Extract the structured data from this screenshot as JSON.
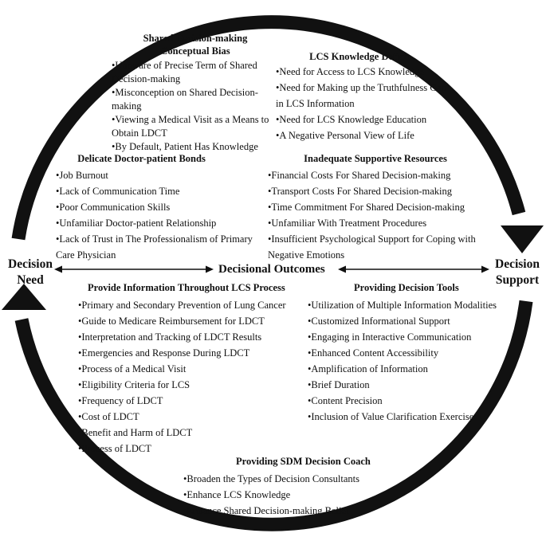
{
  "diagram": {
    "left_label": [
      "Decision",
      "Need"
    ],
    "right_label": [
      "Decision",
      "Support"
    ],
    "center_label": "Decisional Outcomes",
    "colors": {
      "stroke": "#111111",
      "text": "#111111",
      "background": "#ffffff"
    },
    "sections": {
      "sdm_bias": {
        "title": [
          "Shared Decision-making",
          "Conceptual Bias"
        ],
        "items": [
          "Unaware of Precise Term of Shared Decision-making",
          "Misconception on Shared Decision-making",
          "Viewing a Medical Visit as a Means to Obtain LDCT",
          "By Default, Patient Has Knowledge"
        ]
      },
      "lcs_deficit": {
        "title": "LCS Knowledge Deficit",
        "items": [
          "Need for Access to LCS Knowledge",
          "Need for Making up the Truthfulness Gap in LCS Information",
          "Need for LCS Knowledge Education",
          "A Negative Personal View of Life"
        ]
      },
      "doctor_bonds": {
        "title": "Delicate Doctor-patient Bonds",
        "items": [
          "Job Burnout",
          "Lack of Communication Time",
          "Poor Communication Skills",
          "Unfamiliar Doctor-patient Relationship",
          "Lack of Trust in The Professionalism of Primary Care Physician"
        ]
      },
      "resources": {
        "title": "Inadequate Supportive Resources",
        "items": [
          "Financial Costs For Shared Decision-making",
          "Transport Costs For Shared Decision-making",
          "Time Commitment For Shared Decision-making",
          "Unfamiliar With Treatment Procedures",
          "Insufficient Psychological Support for Coping with Negative Emotions"
        ]
      },
      "info": {
        "title": "Provide Information Throughout LCS Process",
        "items": [
          "Primary and Secondary Prevention of Lung Cancer",
          "Guide to Medicare Reimbursement for LDCT",
          "Interpretation and Tracking of LDCT Results",
          "Emergencies and Response During LDCT",
          "Process of a Medical Visit",
          "Eligibility Criteria for LCS",
          "Frequency of LDCT",
          "Cost of LDCT",
          "Benefit and Harm of LDCT",
          "Process of LDCT"
        ]
      },
      "tools": {
        "title": "Providing Decision Tools",
        "items": [
          "Utilization of Multiple Information Modalities",
          "Customized Informational Support",
          "Engaging in Interactive Communication",
          "Enhanced Content Accessibility",
          "Amplification of Information",
          "Brief Duration",
          "Content Precision",
          "Inclusion of Value Clarification Exercise"
        ]
      },
      "coach": {
        "title": "Providing SDM Decision Coach",
        "items": [
          "Broaden the Types of Decision Consultants",
          "Enhance LCS Knowledge",
          "Enhance Shared Decision-making Belief"
        ]
      }
    }
  }
}
